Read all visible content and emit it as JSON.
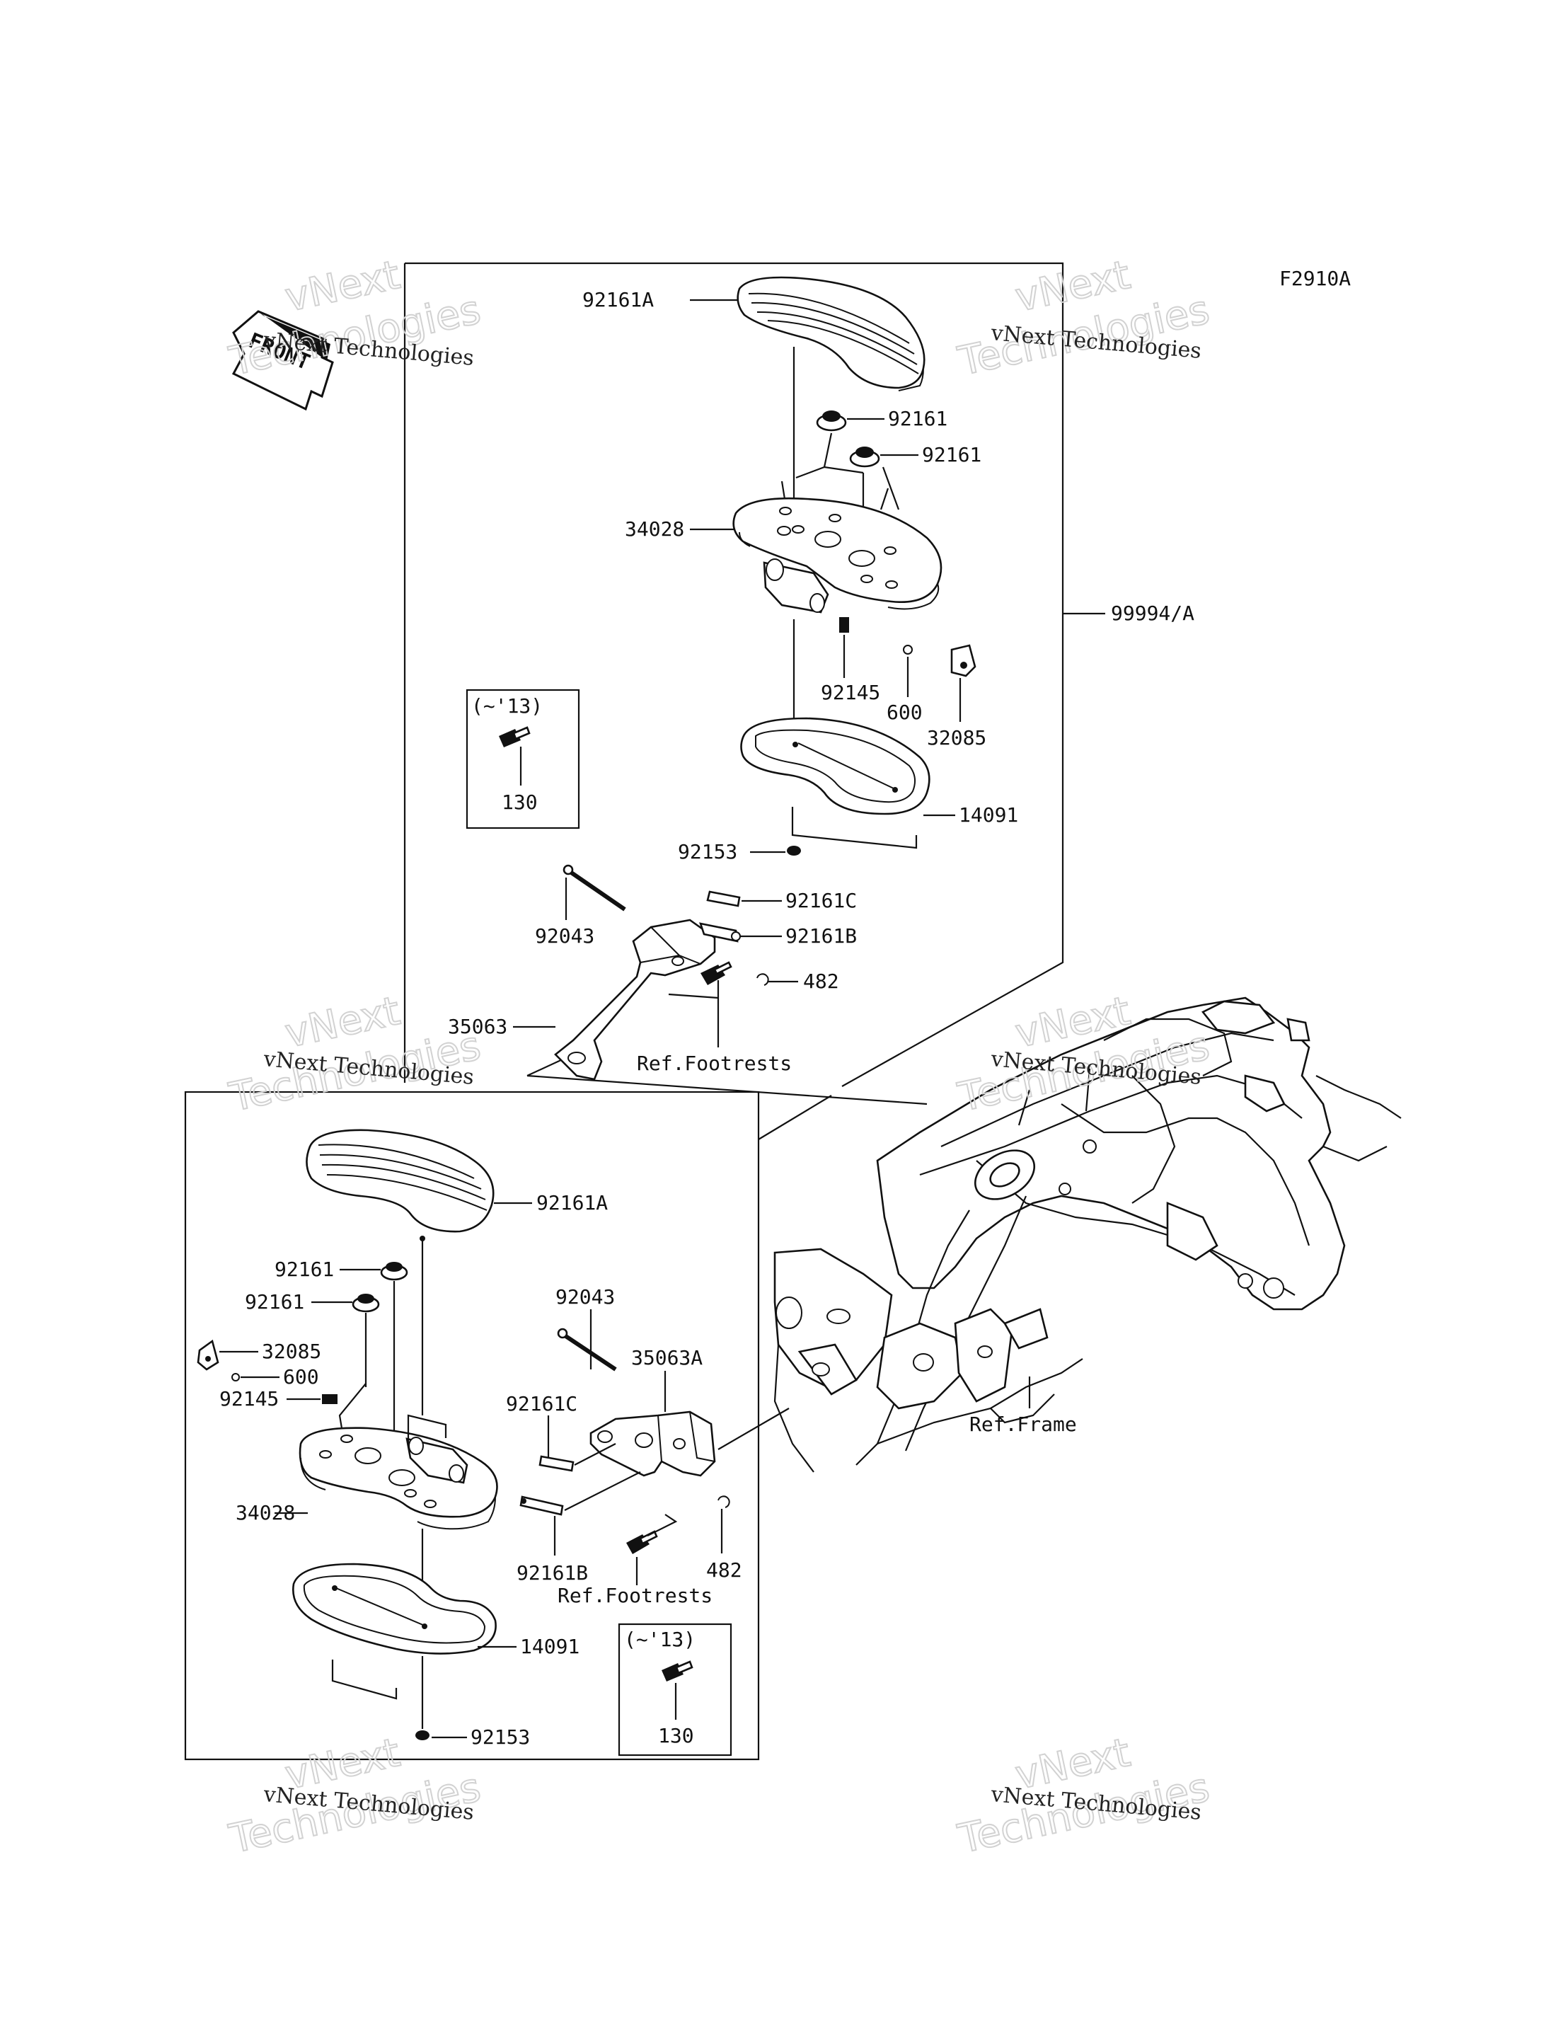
{
  "diagram": {
    "code": "F2910A",
    "front_label": "FRONT",
    "watermark_line1": "vNext Technologies",
    "watermark_line2": "vNext",
    "watermark_line3": "Technologies",
    "upper_group": {
      "assembly_label": "99994/A",
      "parts": {
        "board": "92161A",
        "damper1": "92161",
        "damper2": "92161",
        "bracket": "34028",
        "spring": "92145",
        "ball": "600",
        "holder": "32085",
        "plate": "14091",
        "screw": "92153",
        "pin": "92043",
        "pad_c": "92161C",
        "pad_b": "92161B",
        "clip": "482",
        "stay": "35063",
        "ref_footrests": "Ref.Footrests"
      },
      "inset": {
        "period": "(~'13)",
        "part": "130"
      }
    },
    "lower_group": {
      "parts": {
        "board": "92161A",
        "damper1": "92161",
        "damper2": "92161",
        "holder": "32085",
        "ball": "600",
        "spring": "92145",
        "bracket": "34028",
        "plate": "14091",
        "screw": "92153",
        "pin": "92043",
        "stay": "35063A",
        "pad_c": "92161C",
        "pad_b": "92161B",
        "clip": "482",
        "ref_footrests": "Ref.Footrests"
      },
      "inset": {
        "period": "(~'13)",
        "part": "130"
      }
    },
    "ref_frame": "Ref.Frame"
  }
}
